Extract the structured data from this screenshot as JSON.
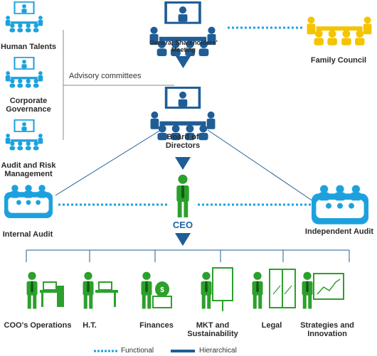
{
  "colors": {
    "navy": "#1f5d96",
    "light_blue": "#1da1de",
    "gold": "#f5c400",
    "green": "#2ca02c",
    "grey_line": "#8a8a8a",
    "label": "#2a2a2a",
    "ceo_label": "#1a64a6"
  },
  "top": {
    "shareholders": "General Shareholders'\nMeeting",
    "family_council": "Family Council",
    "board": "Board of\nDirectors",
    "ceo": "CEO"
  },
  "committees": {
    "title": "Advisory committees",
    "items": [
      {
        "label": "Human Talents",
        "icon": "meeting-icon"
      },
      {
        "label": "Corporate\nGovernance",
        "icon": "meeting-icon"
      },
      {
        "label": "Audit and Risk\nManagement",
        "icon": "meeting-icon"
      }
    ]
  },
  "side": {
    "internal_audit": "Internal Audit",
    "independent_audit": "Independent Audit"
  },
  "departments": [
    {
      "label": "COO's Operations",
      "icon": "worker-computer-icon"
    },
    {
      "label": "H.T.",
      "icon": "worker-computer-icon"
    },
    {
      "label": "Finances",
      "icon": "worker-moneybag-icon"
    },
    {
      "label": "MKT and\nSustainability",
      "icon": "worker-board-icon"
    },
    {
      "label": "Legal",
      "icon": "worker-door-icon"
    },
    {
      "label": "Strategies and\nInnovation",
      "icon": "worker-chart-icon"
    }
  ],
  "legend": {
    "functional": "Functional",
    "hierarchical": "Hierarchical"
  }
}
